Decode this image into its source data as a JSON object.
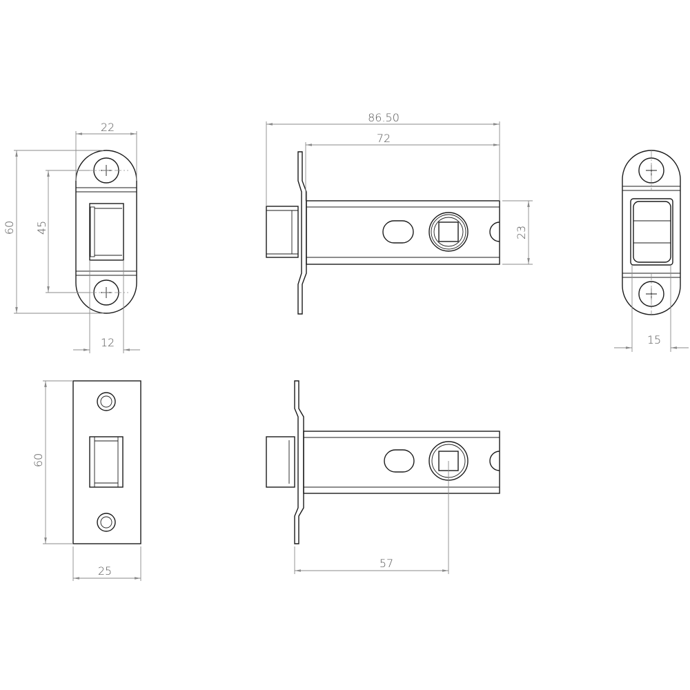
{
  "title": "Tubular latch technical drawing",
  "colors": {
    "outline": "#1a1a1a",
    "dimension": "#8a8a8a"
  },
  "dimensions": {
    "strike_width": "22",
    "strike_height": "60",
    "strike_hole_centres": "45",
    "strike_opening": "12",
    "latch_overall_length": "86.50",
    "latch_body_length": "72",
    "latch_body_height": "23",
    "rear_strike_opening": "15",
    "faceplate_height": "60",
    "faceplate_width": "25",
    "backset": "57"
  }
}
